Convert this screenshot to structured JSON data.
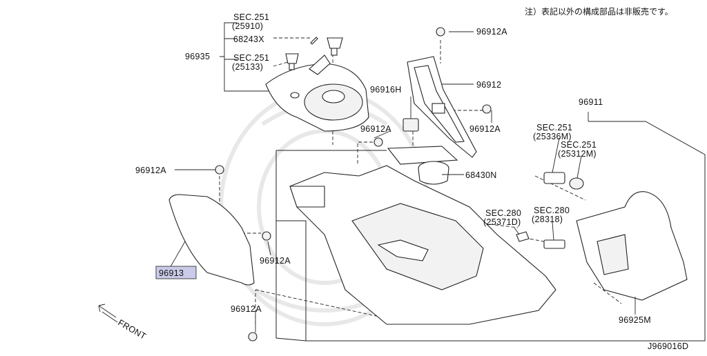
{
  "note": "注）表記以外の構成部品は非販売です。",
  "diagram_id": "J969016D",
  "front_label": "FRONT",
  "labels": {
    "sec251_25910_a": "SEC.251",
    "sec251_25910_b": "(25910)",
    "p68243x": "68243X",
    "p96935": "96935",
    "sec251_25133_a": "SEC.251",
    "sec251_25133_b": "(25133)",
    "p96912a_top": "96912A",
    "p96912": "96912",
    "p96916h": "96916H",
    "p96912a_mid": "96912A",
    "p96912a_right": "96912A",
    "p96911": "96911",
    "sec251_25336m_a": "SEC.251",
    "sec251_25336m_b": "(25336M)",
    "sec251_25312m_a": "SEC.251",
    "sec251_25312m_b": "(25312M)",
    "p96912a_left": "96912A",
    "p68430n": "68430N",
    "sec280_25371d_a": "SEC.280",
    "sec280_25371d_b": "(25371D)",
    "sec280_28318_a": "SEC.280",
    "sec280_28318_b": "(28318)",
    "p96913": "96913",
    "p96912a_lower": "96912A",
    "p96912a_bottom": "96912A",
    "p96925m": "96925M"
  }
}
